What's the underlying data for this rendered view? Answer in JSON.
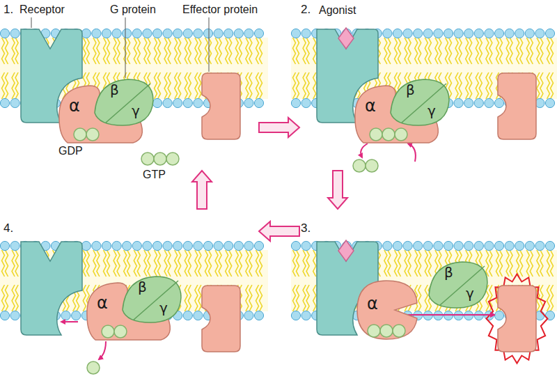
{
  "diagram": {
    "nodes": [
      {
        "text": [
          "1."
        ]
      },
      {
        "text": [
          "α"
        ],
        "in": 0
      },
      {
        "text": [
          "β",
          "γ"
        ],
        "in": 0
      },
      {
        "text": [
          "2."
        ]
      },
      {
        "text": [
          "α"
        ],
        "in": 3
      },
      {
        "text": [
          "β",
          "γ"
        ],
        "in": 3
      },
      {
        "text": [
          "3."
        ]
      },
      {
        "text": [
          "α"
        ],
        "in": 6
      },
      {
        "text": [
          "β",
          "γ"
        ],
        "in": 6
      },
      {
        "text": [
          "4."
        ]
      },
      {
        "text": [
          "α"
        ],
        "in": 9
      },
      {
        "text": [
          "β",
          "γ"
        ],
        "in": 9
      }
    ],
    "edges": [
      {
        "from": 0,
        "to": 3,
        "arrow": "to"
      },
      {
        "from": 3,
        "to": 6,
        "arrow": "to"
      },
      {
        "from": 6,
        "to": 9,
        "arrow": "to"
      },
      {
        "from": 9,
        "to": 0,
        "arrow": "to"
      }
    ],
    "labels": [
      "Receptor",
      "G protein",
      "Effector protein",
      "Agonist",
      "GDP",
      "GTP"
    ]
  }
}
